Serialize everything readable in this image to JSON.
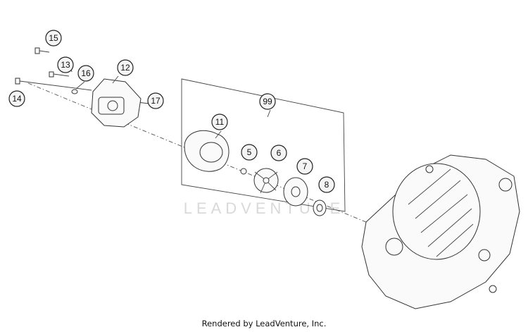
{
  "watermark": "LEADVENTURE",
  "footer_text": "Rendered by LeadVenture, Inc.",
  "callouts": [
    "15",
    "13",
    "16",
    "12",
    "14",
    "17",
    "99",
    "11",
    "5",
    "6",
    "7",
    "8"
  ]
}
